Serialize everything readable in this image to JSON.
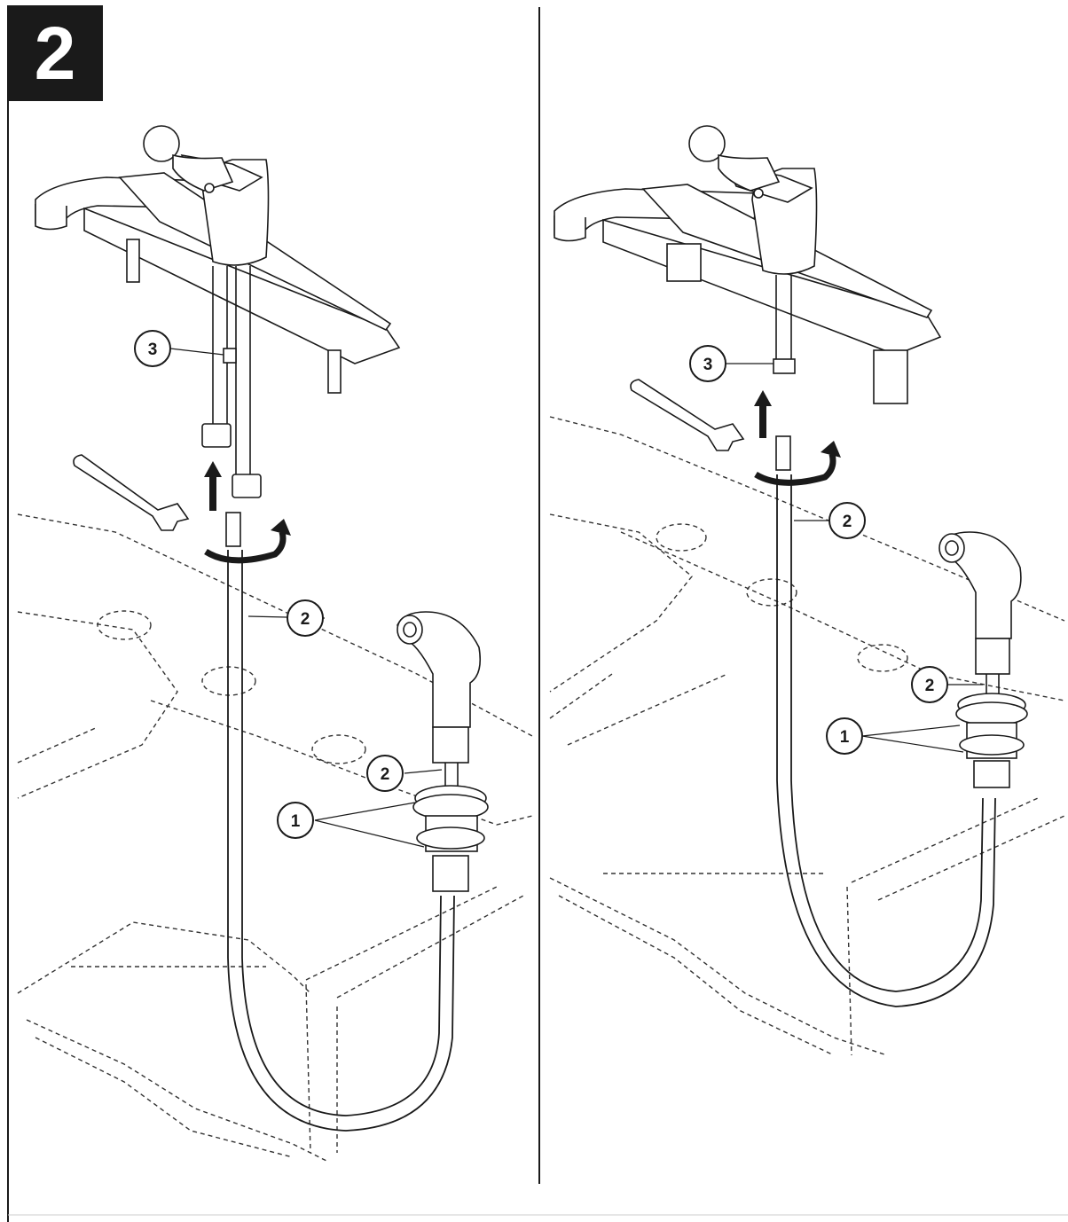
{
  "step": {
    "number": "2"
  },
  "colors": {
    "ink": "#1a1a1a",
    "paper": "#ffffff",
    "line": "#555555"
  },
  "panels": [
    {
      "name": "left",
      "callouts": [
        {
          "label": "3",
          "target": "faucet-shank-connector"
        },
        {
          "label": "2",
          "target": "spray-hose"
        },
        {
          "label": "2",
          "target": "spray-holder-nut"
        },
        {
          "label": "1",
          "target": "spray-base-washers"
        }
      ],
      "icons": [
        "faucet-icon",
        "wrench-icon",
        "spray-head-icon",
        "rotate-arrow-icon",
        "up-arrow-icon"
      ]
    },
    {
      "name": "right",
      "callouts": [
        {
          "label": "3",
          "target": "faucet-shank-connector"
        },
        {
          "label": "2",
          "target": "spray-hose"
        },
        {
          "label": "2",
          "target": "spray-holder-nut"
        },
        {
          "label": "1",
          "target": "spray-base-washers"
        }
      ],
      "icons": [
        "faucet-icon",
        "wrench-icon",
        "spray-head-icon",
        "rotate-arrow-icon",
        "up-arrow-icon"
      ]
    }
  ]
}
